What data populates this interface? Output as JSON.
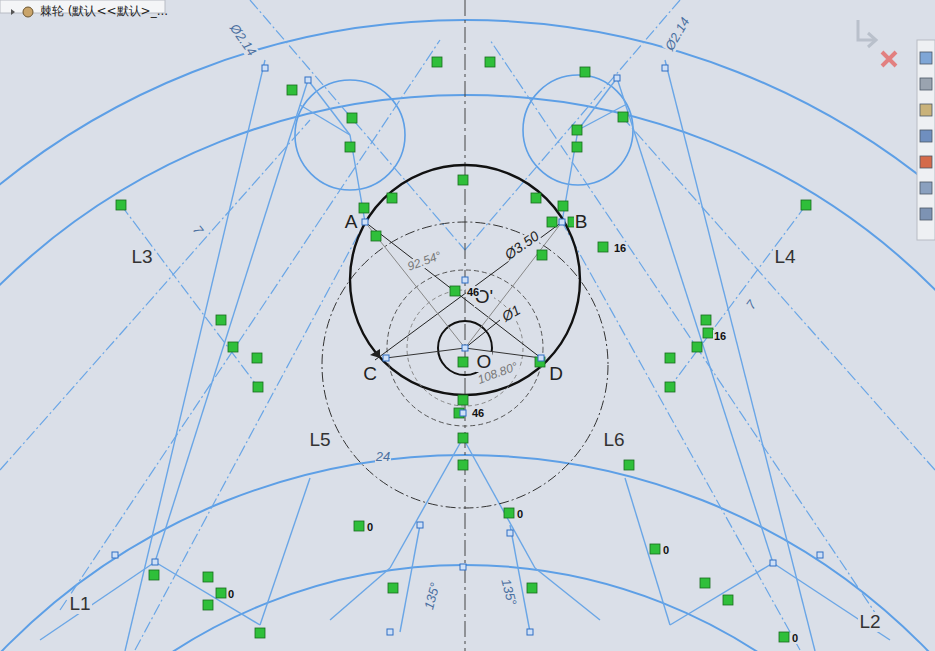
{
  "diagram": {
    "labels": [
      "棘轮 (默认<<默认>_...",
      "Ø2.14",
      "Ø2.14",
      "A",
      "B",
      "L3",
      "L4",
      "Ø3.50",
      "92.54°",
      "O'",
      "Ø1",
      "O",
      "C",
      "D",
      "108.80°",
      "L5",
      "L6",
      "L1",
      "L2",
      "7",
      "7",
      "24",
      "135°",
      "135°",
      "16",
      "16",
      "46",
      "46",
      "0",
      "0",
      "0",
      "0",
      "0"
    ]
  }
}
